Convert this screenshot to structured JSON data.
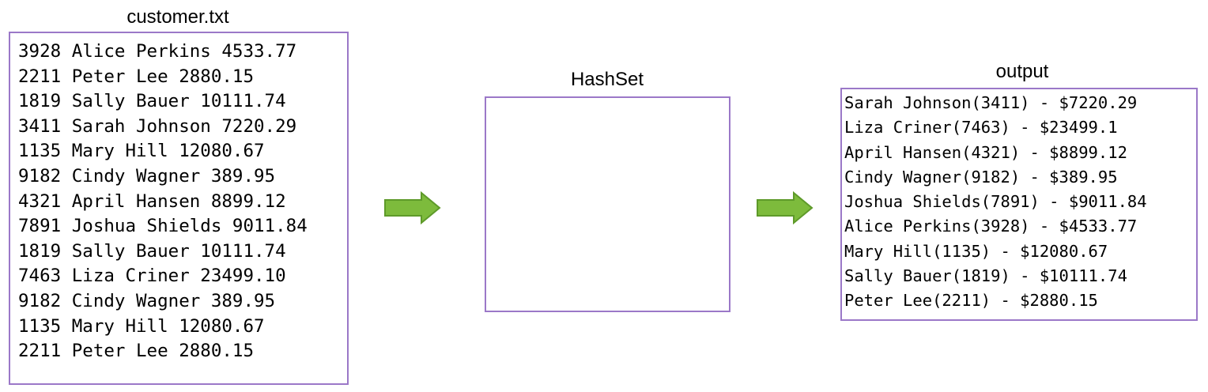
{
  "file_panel": {
    "title": "customer.txt",
    "lines": [
      "3928 Alice Perkins 4533.77",
      "2211 Peter Lee 2880.15",
      "1819 Sally Bauer 10111.74",
      "3411 Sarah Johnson 7220.29",
      "1135 Mary Hill 12080.67",
      "9182 Cindy Wagner 389.95",
      "4321 April Hansen 8899.12",
      "7891 Joshua Shields 9011.84",
      "1819 Sally Bauer 10111.74",
      "7463 Liza Criner 23499.10",
      "9182 Cindy Wagner 389.95",
      "1135 Mary Hill 12080.67",
      "2211 Peter Lee 2880.15"
    ]
  },
  "hashset_panel": {
    "title": "HashSet"
  },
  "output_panel": {
    "title": "output",
    "lines": [
      "Sarah Johnson(3411) - $7220.29",
      "Liza Criner(7463) - $23499.1",
      "April Hansen(4321) - $8899.12",
      "Cindy Wagner(9182) - $389.95",
      "Joshua Shields(7891) - $9011.84",
      "Alice Perkins(3928) - $4533.77",
      "Mary Hill(1135) - $12080.67",
      "Sally Bauer(1819) - $10111.74",
      "Peter Lee(2211) - $2880.15"
    ]
  },
  "colors": {
    "box_border": "#9b78c8",
    "arrow_fill": "#7dbb3c",
    "arrow_stroke": "#5e9a2a"
  },
  "icons": [
    "right-arrow-icon",
    "right-arrow-icon"
  ]
}
